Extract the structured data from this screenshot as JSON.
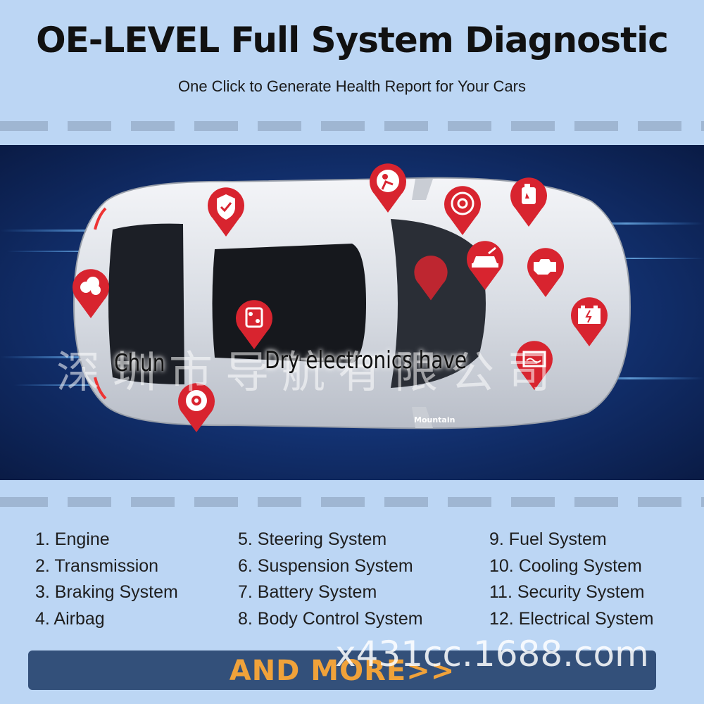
{
  "header": {
    "title": "OE-LEVEL Full System Diagnostic",
    "subtitle": "One Click to Generate Health Report for Your Cars"
  },
  "overlay": {
    "left_text": "Chun",
    "center_text": "Dry electronics have",
    "badge_text": "Mountain",
    "watermark_cn": "深圳市导航有限公司"
  },
  "systems": {
    "col1": [
      "1. Engine",
      "2. Transmission",
      "3. Braking System",
      "4. Airbag"
    ],
    "col2": [
      "5. Steering System",
      "6. Suspension System",
      "7. Battery System",
      "8. Body Control System"
    ],
    "col3": [
      "9. Fuel System",
      "10. Cooling System",
      "11. Security System",
      "12. Electrical System"
    ]
  },
  "footer": {
    "more_label": "AND MORE>>",
    "watermark_url": "x431cc.1688.com"
  },
  "icons": [
    "shield-check-icon",
    "airbag-icon",
    "steering-wheel-icon",
    "fuel-can-icon",
    "engine-icon",
    "battery-icon",
    "body-control-icon",
    "car-lift-icon",
    "transmission-icon",
    "brake-disc-icon",
    "smoke-icon",
    "cooling-icon"
  ],
  "colors": {
    "background": "#bcd6f4",
    "pin_red": "#d8242f",
    "button_bg": "#33507a",
    "button_text": "#f0a23a"
  }
}
